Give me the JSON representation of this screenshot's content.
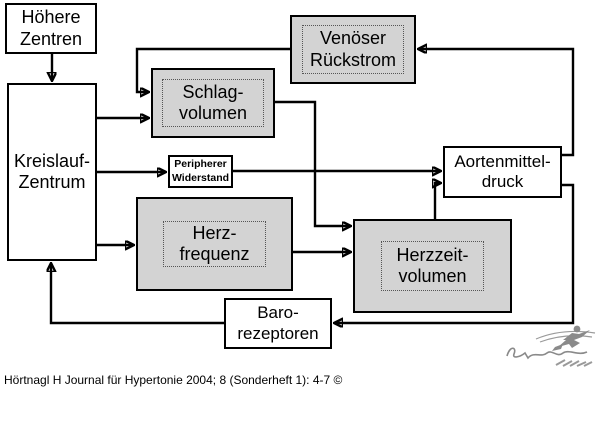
{
  "diagram": {
    "nodes": {
      "hoehere_zentren": {
        "label": "Höhere\nZentren"
      },
      "kreislauf_zentrum": {
        "label": "Kreislauf-\nZentrum"
      },
      "venoeser_rueckstrom": {
        "label": "Venöser\nRückstrom"
      },
      "schlagvolumen": {
        "label": "Schlag-\nvolumen"
      },
      "peripherer_widerstand": {
        "label": "Peripherer\nWiderstand"
      },
      "aortenmitteldruck": {
        "label": "Aortenmittel-\ndruck"
      },
      "herzfrequenz": {
        "label": "Herz-\nfrequenz"
      },
      "herzzeitvolumen": {
        "label": "Herzzeit-\nvolumen"
      },
      "barorezeptoren": {
        "label": "Baro-\nrezeptoren"
      }
    },
    "edges": [
      {
        "from": "hoehere_zentren",
        "to": "kreislauf_zentrum"
      },
      {
        "from": "kreislauf_zentrum",
        "to": "schlagvolumen"
      },
      {
        "from": "kreislauf_zentrum",
        "to": "peripherer_widerstand"
      },
      {
        "from": "kreislauf_zentrum",
        "to": "herzfrequenz"
      },
      {
        "from": "venoeser_rueckstrom",
        "to": "schlagvolumen"
      },
      {
        "from": "schlagvolumen",
        "to": "herzzeitvolumen"
      },
      {
        "from": "herzfrequenz",
        "to": "herzzeitvolumen"
      },
      {
        "from": "peripherer_widerstand",
        "to": "aortenmitteldruck"
      },
      {
        "from": "herzzeitvolumen",
        "to": "aortenmitteldruck"
      },
      {
        "from": "aortenmitteldruck",
        "to": "venoeser_rueckstrom"
      },
      {
        "from": "aortenmitteldruck",
        "to": "barorezeptoren"
      },
      {
        "from": "barorezeptoren",
        "to": "kreislauf_zentrum"
      }
    ],
    "citation": "Hörtnagl H Journal für Hypertonie 2004; 8 (Sonderheft 1): 4-7 ©",
    "logo_name": "Sportmedizin",
    "colors": {
      "node_gray_fill": "#d3d3d3",
      "node_white_fill": "#ffffff",
      "node_border": "#000000",
      "inner_dotted_border": "#555555",
      "connector_line": "#000000",
      "logo_gray": "#8a8a8a",
      "background": "#ffffff"
    }
  }
}
